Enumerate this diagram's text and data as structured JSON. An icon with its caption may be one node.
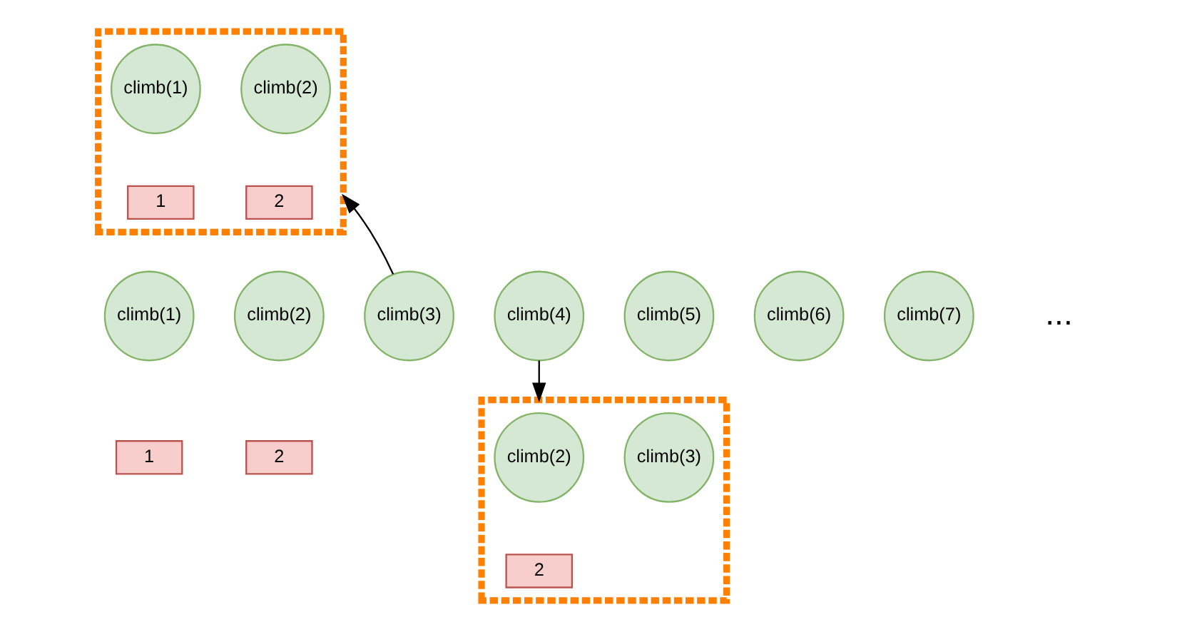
{
  "diagram": {
    "nodes": [
      {
        "text": [],
        "shape": "box"
      },
      {
        "text": [
          "climb(1)"
        ],
        "in": 0
      },
      {
        "text": [
          "climb(2)"
        ],
        "in": 0
      },
      {
        "text": [
          "1"
        ],
        "in": 0
      },
      {
        "text": [
          "2"
        ],
        "in": 0
      },
      {
        "text": [
          "climb(1)"
        ]
      },
      {
        "text": [
          "climb(2)"
        ]
      },
      {
        "text": [
          "climb(3)"
        ]
      },
      {
        "text": [
          "climb(4)"
        ]
      },
      {
        "text": [
          "climb(5)"
        ]
      },
      {
        "text": [
          "climb(6)"
        ]
      },
      {
        "text": [
          "climb(7)"
        ]
      },
      {
        "text": [
          "1"
        ]
      },
      {
        "text": [
          "2"
        ]
      },
      {
        "text": [],
        "shape": "box"
      },
      {
        "text": [
          "climb(2)"
        ],
        "in": 14
      },
      {
        "text": [
          "climb(3)"
        ],
        "in": 14
      },
      {
        "text": [
          "2"
        ],
        "in": 14
      }
    ],
    "edges": [
      {
        "from": 7,
        "to": 0,
        "arrow": "to"
      },
      {
        "from": 8,
        "to": 14,
        "arrow": "to"
      }
    ],
    "labels": [
      "..."
    ]
  }
}
